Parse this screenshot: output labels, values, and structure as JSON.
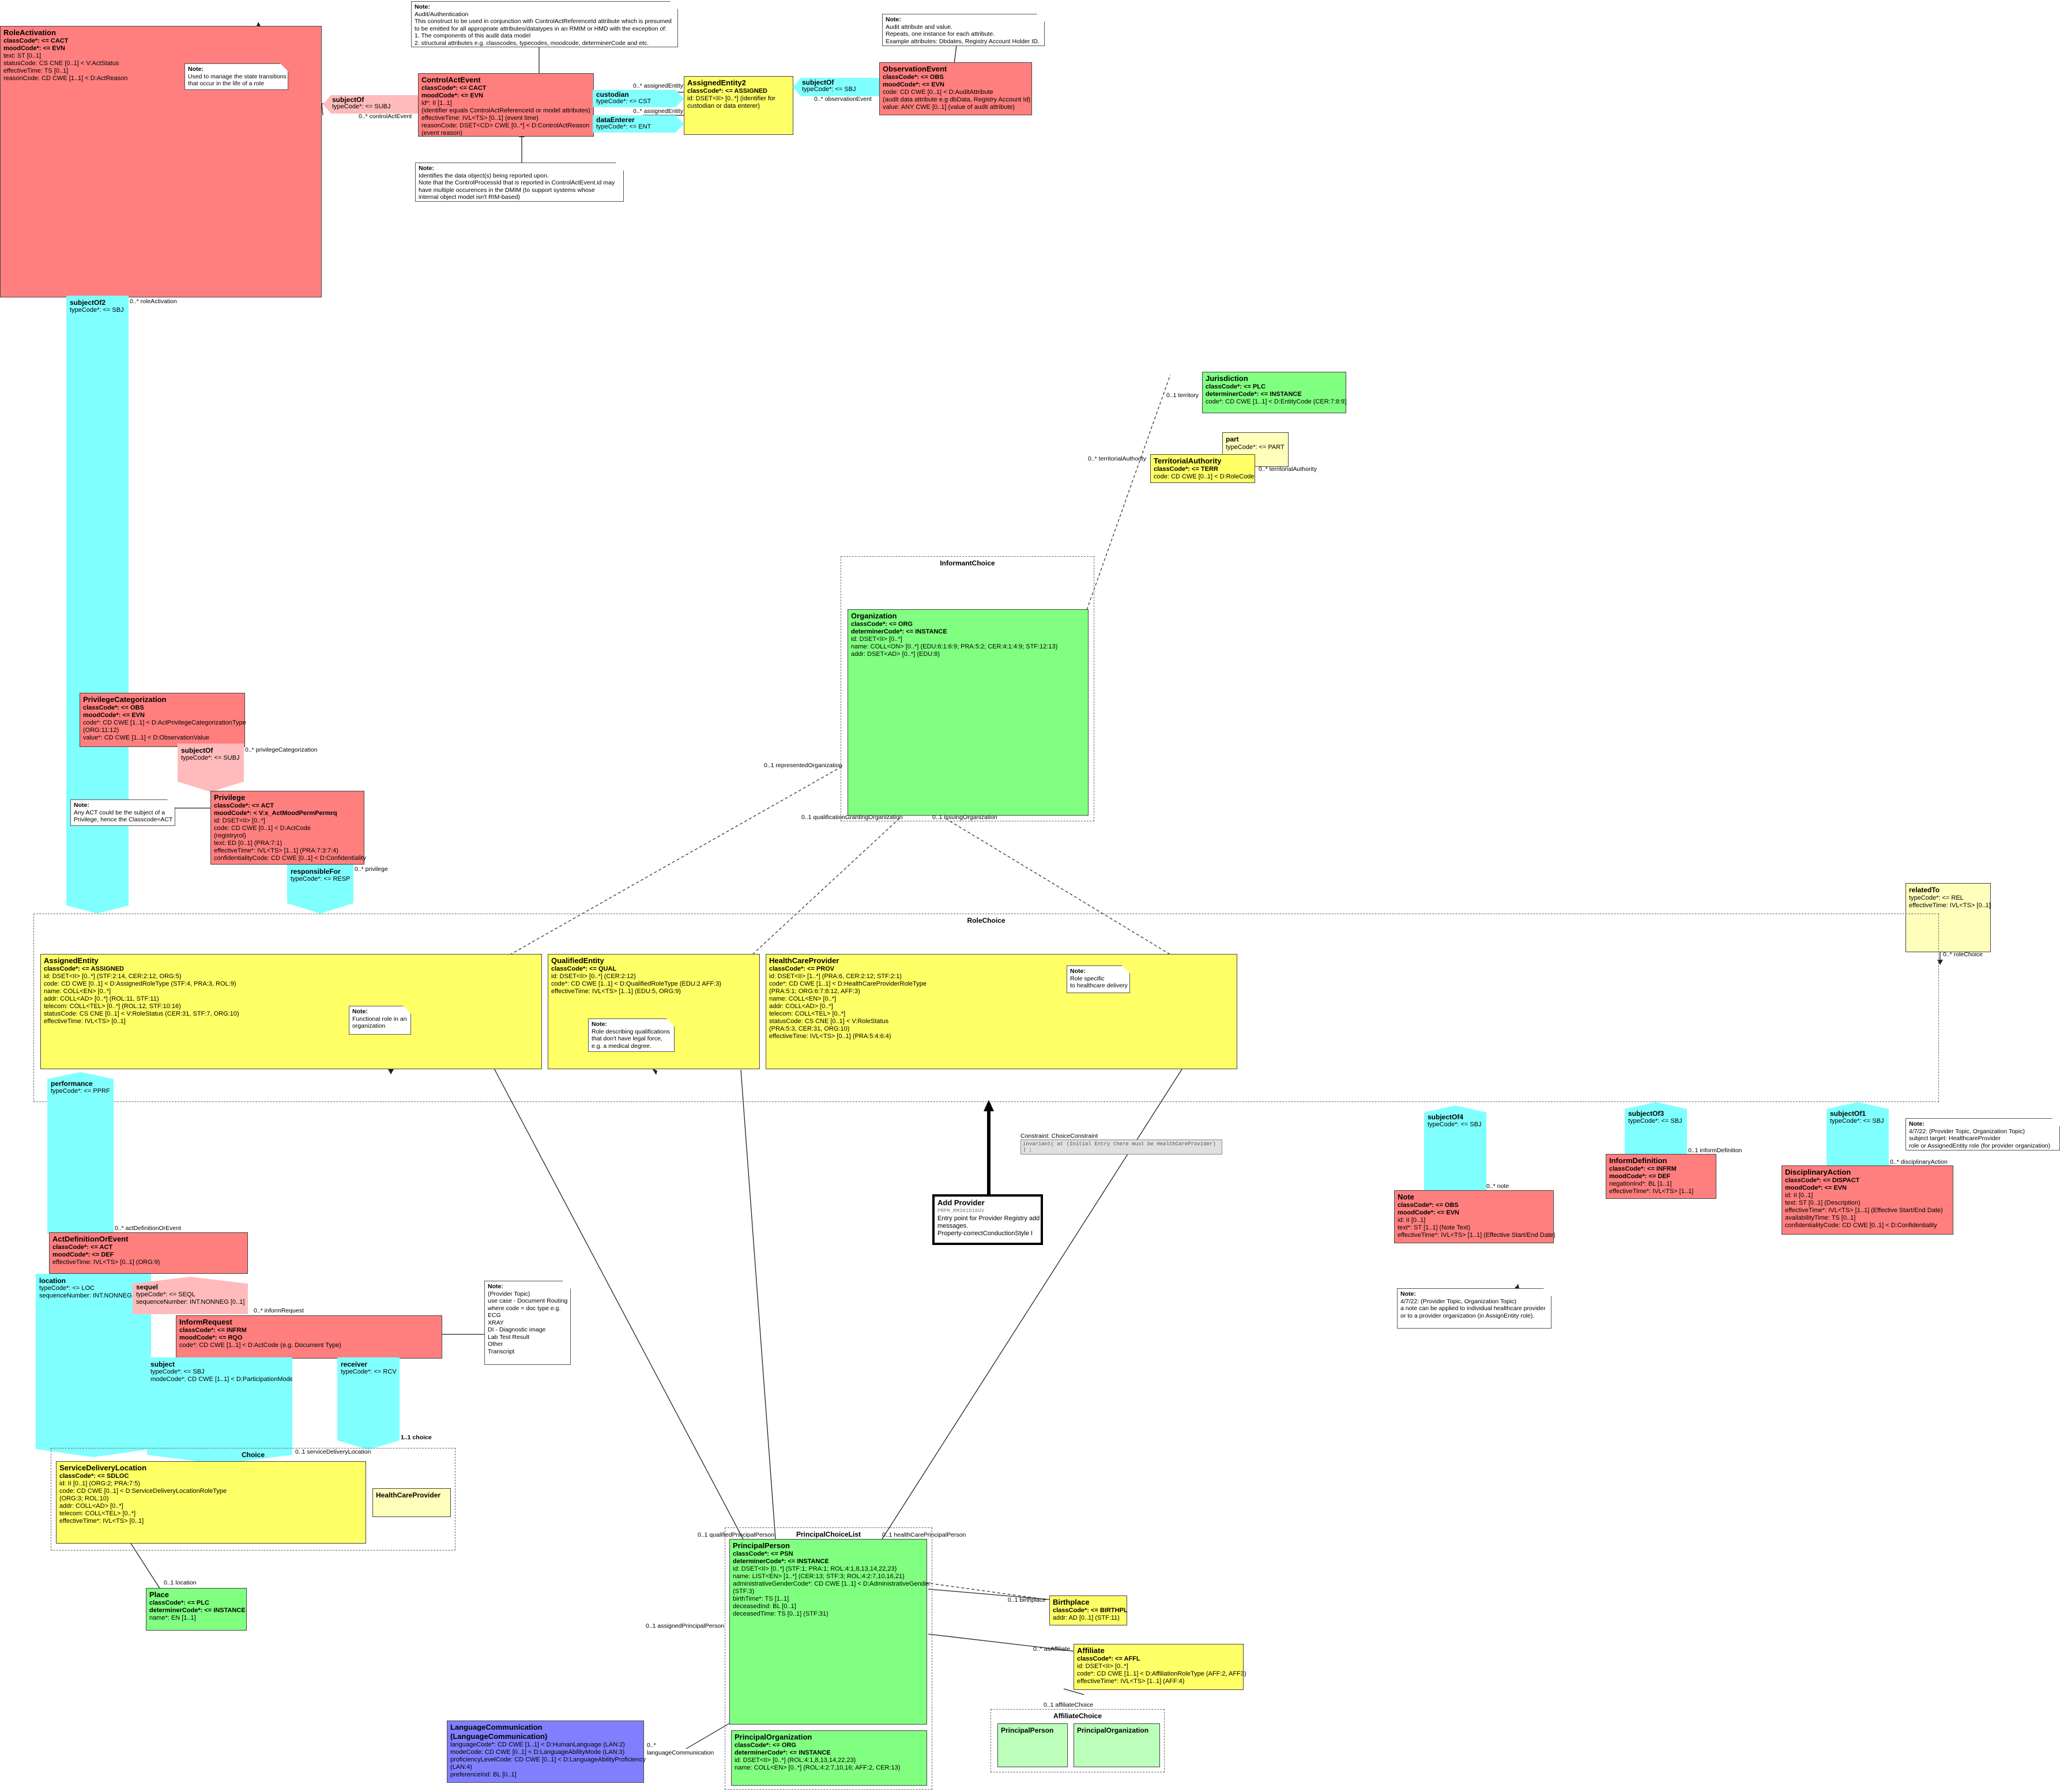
{
  "diagram": {
    "role_activation": {
      "title": "RoleActivation",
      "lines": [
        "classCode*: <= CACT",
        "moodCode*: <= EVN",
        "text: ST [0..1]",
        "statusCode: CS CNE [0..1] < V:ActStatus",
        "effectiveTime: TS [0..1]",
        "reasonCode: CD CWE [1..1] < D:ActReason"
      ]
    },
    "note_role_activation": {
      "title": "Note:",
      "lines": [
        "Used to manage the state transitions",
        "that occur in the life of a role"
      ]
    },
    "note_audit": {
      "title": "Note:",
      "lines": [
        "Audit/Authentication",
        "This construct to be used in conjunction with ControlActReferenceId attribute which is presumed",
        "to be emitted for all appropriate attributes/datatypes in an RMIM or HMD with the exception of:",
        "1. The components of this audit data model",
        "2. structural attributes e.g. classcodes, typecodes, moodcode, determinerCode and etc."
      ]
    },
    "subject_of_top": {
      "title": "subjectOf",
      "line": "typeCode*: <= SUBJ"
    },
    "lbl_control_act_event": "0..* controlActEvent",
    "control_act_event": {
      "title": "ControlActEvent",
      "lines": [
        "classCode*: <= CACT",
        "moodCode*: <= EVN",
        "id*: II [1..1]",
        "(identifier equals ControlActReferenceId or model attributes)",
        "effectiveTime: IVL<TS> [0..1] (event time)",
        "reasonCode: DSET<CD> CWE [0..*] < D:ControlActReason",
        "(event reason)"
      ]
    },
    "note_data_objects": {
      "title": "Note:",
      "lines": [
        "Identifies the data object(s) being reported upon.",
        "Note that the ControlProcessId that is reported in ControlActEvent.id may",
        "have multiple occurences in the DMIM (to support systems whose",
        "internal object model isn't RIM-based)"
      ]
    },
    "custodian": {
      "title": "custodian",
      "line": "typeCode*: <= CST"
    },
    "data_enterer": {
      "title": "dataEnterer",
      "line": "typeCode*: <= ENT"
    },
    "lbl_assigned_entity_1": "0..* assignedEntity",
    "lbl_assigned_entity_2": "0..* assignedEntity",
    "assigned_entity2": {
      "title": "AssignedEntity2",
      "lines": [
        "classCode*: <= ASSIGNED",
        "id: DSET<II> [0..*] (identifier for",
        "custodian or data enterer)"
      ]
    },
    "subject_of_obs": {
      "title": "subjectOf",
      "line": "typeCode*: <= SBJ"
    },
    "lbl_observation_event": "0..* observationEvent",
    "note_audit_attr": {
      "title": "Note:",
      "lines": [
        "Audit attribute and value.",
        "Repeats, one instance for each attribute.",
        "Example attributes: Dbdates, Registry Account Holder ID."
      ]
    },
    "observation_event": {
      "title": "ObservationEvent",
      "lines": [
        "classCode*: <= OBS",
        "moodCode*: <= EVN",
        "code: CD CWE [0..1] < D:AuditAttribute",
        " (audit data attribute e.g dbData, Registry Account Id)",
        "value: ANY CWE [0..1] (value of audit attribute)"
      ]
    },
    "subject_of2": {
      "title": "subjectOf2",
      "line": "typeCode*: <= SBJ"
    },
    "lbl_role_activation": "0..* roleActivation",
    "privilege_categorization": {
      "title": "PrivilegeCategorization",
      "lines": [
        "classCode*: <= OBS",
        "moodCode*: <= EVN",
        "code*: CD CWE [1..1] < D:ActPrivilegeCategorizationType",
        "(ORG:11:12)",
        "value*: CD CWE [1..1] < D:ObservationValue"
      ]
    },
    "subject_of_priv": {
      "title": "subjectOf",
      "line": "typeCode*: <= SUBJ"
    },
    "lbl_privilege_categorization": "0..* privilegeCategorization",
    "note_any_act": {
      "title": "Note:",
      "lines": [
        "Any ACT could be the subject of a",
        "Privilege, hence the Classcode=ACT"
      ]
    },
    "privilege": {
      "title": "Privilege",
      "lines": [
        "classCode*: <= ACT",
        "moodCode*: < V:x_ActMoodPermPermrq",
        "id: DSET<II> [0..*]",
        "code: CD CWE [0..1] < D:ActCode",
        "(registryrol)",
        "text: ED [0..1] (PRA:7:1)",
        "effectiveTime*: IVL<TS> [1..1] (PRA:7:3:7:4)",
        "confidentialityCode: CD CWE [0..1] < D:Confidentiality"
      ]
    },
    "responsible_for": {
      "title": "responsibleFor",
      "line": "typeCode*: <= RESP"
    },
    "lbl_privilege": "0..* privilege",
    "jurisdiction": {
      "title": "Jurisdiction",
      "lines": [
        "classCode*: <= PLC",
        "determinerCode*: <= INSTANCE",
        "code*: CD CWE [1..1] < D:EntityCode (CER:7:8:9)"
      ]
    },
    "lbl_territory": "0..1 territory",
    "part": {
      "title": "part",
      "line": "typeCode*: <= PART"
    },
    "lbl_territorial_authority_1": "0..* territorialAuthority",
    "lbl_territorial_authority_2": "0..* territorialAuthority",
    "territorial_authority": {
      "title": "TerritorialAuthority",
      "lines": [
        "classCode*: <= TERR",
        "code: CD CWE [0..1] < D:RoleCode"
      ]
    },
    "informant_choice": {
      "title": "InformantChoice"
    },
    "organization": {
      "title": "Organization",
      "lines": [
        "classCode*: <= ORG",
        "determinerCode*: <= INSTANCE",
        "id: DSET<II> [0..*]",
        "name: COLL<ON> [0..*] (EDU:6:1:6:9; PRA:5:2; CER:4:1:4:9; STF:12:13)",
        "addr: DSET<AD> [0..*] (EDU:8)"
      ]
    },
    "lbl_represented_org": "0..1 representedOrganization",
    "lbl_qualification_granting": "0..1 qualificationGrantingOrganization",
    "lbl_issuing_org": "0..1 issuingOrganization",
    "related_to": {
      "title": "relatedTo",
      "lines": [
        "typeCode*: <= REL",
        "effectiveTime: IVL<TS> [0..1]"
      ]
    },
    "lbl_role_choice": "0..* roleChoice",
    "role_choice": {
      "title": "RoleChoice"
    },
    "assigned_entity": {
      "title": "AssignedEntity",
      "lines": [
        "classCode*: <= ASSIGNED",
        "id: DSET<II> [0..*] (STF:2:14, CER:2:12, ORG:5)",
        "code: CD CWE [0..1] < D:AssignedRoleType (STF:4, PRA:3, ROL:9)",
        "name: COLL<EN> [0..*]",
        "addr: COLL<AD> [0..*] (ROL:11, STF:11)",
        "telecom: COLL<TEL> [0..*] (ROL:12, STF:10:16)",
        "statusCode: CS CNE [0..1] < V:RoleStatus (CER:31, STF:7, ORG:10)",
        "effectiveTime: IVL<TS> [0..1]"
      ]
    },
    "note_functional_role": {
      "title": "Note:",
      "lines": [
        "Functional role in an",
        "organization"
      ]
    },
    "qualified_entity": {
      "title": "QualifiedEntity",
      "lines": [
        "classCode*: <= QUAL",
        "id: DSET<II> [0..*] (CER:2:12)",
        "code*: CD CWE [1..1] < D:QualifiedRoleType (EDU:2 AFF:3)",
        "effectiveTime: IVL<TS> [1..1] (EDU:5, ORG:9)"
      ]
    },
    "note_qualifications": {
      "title": "Note:",
      "lines": [
        "Role describing qualifications",
        "that don't have legal force,",
        "e.g. a medical degree."
      ]
    },
    "health_care_provider": {
      "title": "HealthCareProvider",
      "lines": [
        "classCode*: <= PROV",
        "id: DSET<II> [1..*] (PRA:6, CER:2:12; STF:2:1)",
        "code*: CD CWE [1..1] < D:HealthCareProviderRoleType",
        " (PRA:5:1; ORG:6:7:8:12, AFF:3)",
        "name: COLL<EN> [0..*]",
        "addr: COLL<AD> [0..*]",
        "telecom: COLL<TEL> [0..*]",
        "statusCode: CS CNE [0..1] < V:RoleStatus",
        " (PRA:5:3, CER:31, ORG:10)",
        "effectiveTime: IVL<TS> [0..1] (PRA:5:4:6:4)"
      ]
    },
    "note_role_specific": {
      "title": "Note:",
      "lines": [
        "Role specific",
        "to healthcare delivery"
      ]
    },
    "constraint": {
      "title": "Constraint: ChoiceConstraint",
      "line1": "invariant( at (Initial Entry there must be HealthCareProvider)",
      "line2": "  ) ;"
    },
    "add_provider": {
      "title": "Add Provider",
      "code": "PRPM_RM301010UV",
      "lines": [
        "Entry point for Provider Registry add",
        "  messages.",
        "",
        "Property-correctConductionStyle  I"
      ]
    },
    "performance": {
      "title": "performance",
      "line": "typeCode*: <= PPRF"
    },
    "lbl_act_definition": "0..* actDefinitionOrEvent",
    "act_definition": {
      "title": "ActDefinitionOrEvent",
      "lines": [
        "classCode*: <= ACT",
        "moodCode*: <= DEF",
        "effectiveTime: IVL<TS> [0..1] (ORG:9)"
      ]
    },
    "location": {
      "title": "location",
      "lines": [
        "typeCode*: <= LOC",
        "sequenceNumber: INT.NONNEG [0..1]"
      ]
    },
    "sequel": {
      "title": "sequel",
      "lines": [
        "typeCode*: <= SEQL",
        "sequenceNumber: INT.NONNEG [0..1]"
      ]
    },
    "lbl_inform_request": "0..* informRequest",
    "inform_request": {
      "title": "InformRequest",
      "lines": [
        "classCode*: <= INFRM",
        "moodCode*: <= RQO",
        "code*: CD CWE [1..1] < D:ActCode (e.g. Document Type)"
      ]
    },
    "note_provider_topic": {
      "title": "Note:",
      "lines": [
        "(Provider Topic)",
        "use case - Document Routing",
        "where code = doc type e.g.",
        "ECG",
        "XRAY",
        "DI -  Diagnostic image",
        "Lab Test Result",
        "Other",
        "Transcript"
      ]
    },
    "subject_part": {
      "title": "subject",
      "lines": [
        "typeCode*: <= SBJ",
        "modeCode*: CD CWE [1..1] < D:ParticipationMode"
      ]
    },
    "receiver": {
      "title": "receiver",
      "line": "typeCode*: <= RCV"
    },
    "lbl_choice_1_1": "1..1 choice",
    "lbl_service_delivery": "0..1 serviceDeliveryLocation",
    "choice_box": {
      "title": "Choice"
    },
    "service_delivery_location": {
      "title": "ServiceDeliveryLocation",
      "lines": [
        "classCode*: <= SDLOC",
        "id: II [0..1] (ORG:2; PRA:7:5)",
        "code: CD CWE [0..1] < D:ServiceDeliveryLocationRoleType",
        " (ORG:3; ROL:10)",
        "addr: COLL<AD> [0..*]",
        "telecom: COLL<TEL> [0..*]",
        "effectiveTime*: IVL<TS> [0..1]"
      ]
    },
    "hcp_small": {
      "title": "HealthCareProvider"
    },
    "lbl_location": "0..1 location",
    "place": {
      "title": "Place",
      "lines": [
        "classCode*: <= PLC",
        "determinerCode*: <= INSTANCE",
        "name*: EN [1..1]"
      ]
    },
    "subject_of4": {
      "title": "subjectOf4",
      "line": "typeCode*: <= SBJ"
    },
    "lbl_note": "0..* note",
    "note_act": {
      "title": "Note",
      "lines": [
        "classCode*: <= OBS",
        "moodCode*: <= EVN",
        "id: II [0..1]",
        "text*: ST [1..1] (Note Text)",
        "effectiveTime*: IVL<TS> [1..1] (Effective Start/End Date)"
      ]
    },
    "note_applied": {
      "title": "Note:",
      "lines": [
        "4/7/22: (Provider Topic, Organization Topic)",
        "a note can be applied to individual healthcare provider",
        "or to a provider organization (in AssignEntity role)."
      ]
    },
    "subject_of3": {
      "title": "subjectOf3",
      "line": "typeCode*: <= SBJ"
    },
    "lbl_inform_definition": "0..1 informDefinition",
    "inform_definition": {
      "title": "InformDefinition",
      "lines": [
        "classCode*: <= INFRM",
        "moodCode*: <= DEF",
        "negationInd*: BL [1..1]",
        "effectiveTime*: IVL<TS> [1..1]"
      ]
    },
    "subject_of1": {
      "title": "subjectOf1",
      "line": "typeCode*: <= SBJ"
    },
    "note_subject_target": {
      "title": "Note:",
      "lines": [
        "4/7/22: (Provider Topic, Organization Topic)",
        "subject target: HealthcareProvider",
        "role or AssignedEntity role (for provider organization)"
      ]
    },
    "lbl_disciplinary": "0..* disciplinaryAction",
    "disciplinary_action": {
      "title": "DisciplinaryAction",
      "lines": [
        "classCode*: <= DISPACT",
        "moodCode*: <= EVN",
        "id: II [0..1]",
        "text: ST [0..1] (Description)",
        "effectiveTime*: IVL<TS> [1..1] (Effective Start/End Date)",
        "availabilityTime: TS [0..1]",
        "confidentialityCode: CD CWE [0..1] < D:Confidentiality"
      ]
    },
    "principal_choice_list": {
      "title": "PrincipalChoiceList"
    },
    "lbl_qualified_principal": "0..1 qualifiedPrincipalPerson",
    "lbl_health_care_principal": "0..1 healthCarePrincipalPerson",
    "lbl_assigned_principal": "0..1 assignedPrincipalPerson",
    "principal_person": {
      "title": "PrincipalPerson",
      "lines": [
        "classCode*: <= PSN",
        "determinerCode*: <= INSTANCE",
        "id: DSET<II> [0..*] (STF:1; PRA:1; ROL:4:1,8,13,14,22,23)",
        "name: LIST<EN> [1..*] (CER:13; STF:3; ROL:4:2:7,10,16,21)",
        "administrativeGenderCode*: CD CWE [1..1] < D:AdministrativeGender",
        " (STF:3)",
        "birthTime*: TS [1..1]",
        "deceasedInd: BL [0..1]",
        "deceasedTime: TS [0..1] (STF:31)"
      ]
    },
    "principal_organization": {
      "title": "PrincipalOrganization",
      "lines": [
        "classCode*: <= ORG",
        "determinerCode*: <= INSTANCE",
        "id: DSET<II> [0..*] (ROL:4:1,8,13,14,22,23)",
        "name: COLL<EN> [0..*] (ROL:4:2:7,10,16; AFF:2, CER:13)"
      ]
    },
    "lbl_birthplace": "0..1 birthplace",
    "birthplace": {
      "title": "Birthplace",
      "lines": [
        "classCode*: <= BIRTHPL",
        "addr: AD [0..1] (STF:11)"
      ]
    },
    "lbl_affiliate": "0..* asAffiliate",
    "affiliate": {
      "title": "Affiliate",
      "lines": [
        "classCode*: <= AFFL",
        "id: DSET<II> [0..*]",
        "code*: CD CWE [1..1] < D:AffiliationRoleType (AFF:2, AFF3)",
        "effectiveTime*: IVL<TS> [1..1] (AFF:4)"
      ]
    },
    "lbl_affiliate_choice": "0..1 affiliateChoice",
    "affiliate_choice": {
      "title": "AffiliateChoice",
      "person": "PrincipalPerson",
      "org": "PrincipalOrganization"
    },
    "language_communication": {
      "title": "LanguageCommunication",
      "subtitle": "(LanguageCommunication)",
      "lines": [
        "languageCode*: CD CWE [1..1] < D:HumanLanguage (LAN:2)",
        "modeCode: CD CWE [0..1] < D:LanguageAbilityMode (LAN:3)",
        "proficiencyLevelCode: CD CWE [0..1] < D:LanguageAbilityProficiency",
        " (LAN:4)",
        "preferenceInd: BL [0..1]"
      ]
    },
    "lbl_language_comm_a": "0..*",
    "lbl_language_comm_b": "languageCommunication"
  }
}
